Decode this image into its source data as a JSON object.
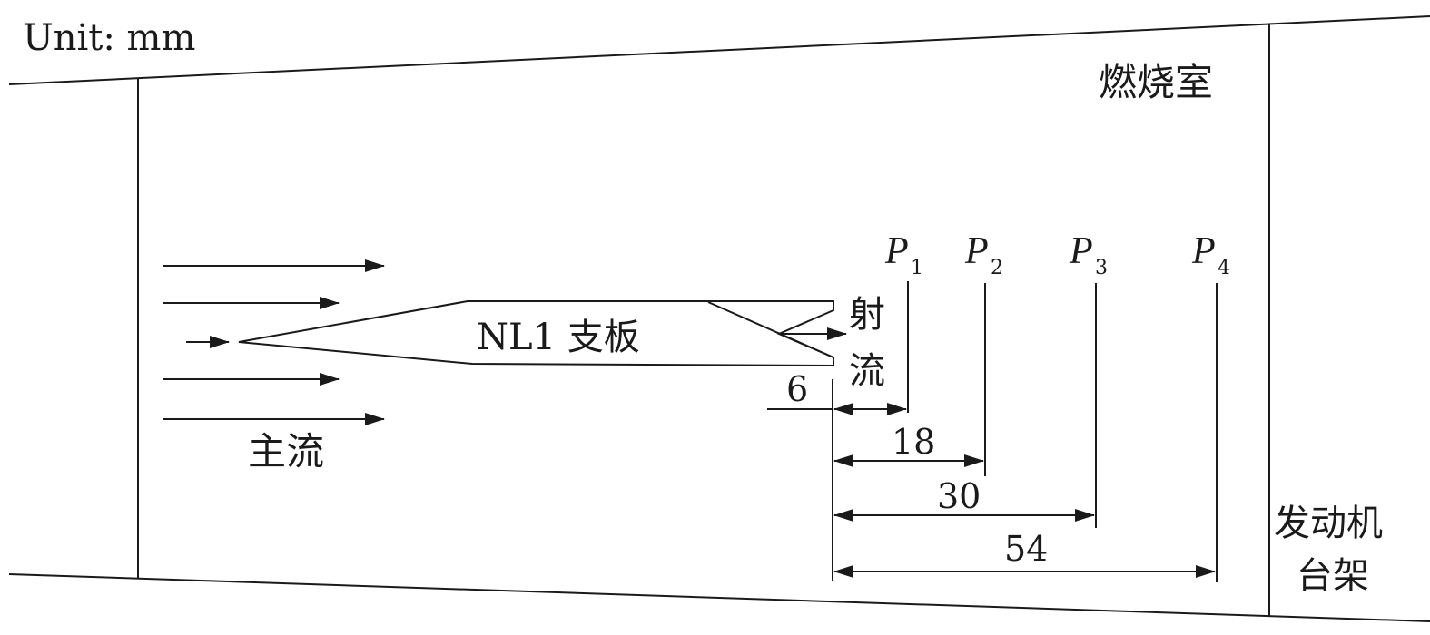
{
  "unit_label": "Unit: mm",
  "labels": {
    "combustor": "燃烧室",
    "engine_mount_line1": "发动机",
    "engine_mount_line2": "台架",
    "main_flow": "主流",
    "strut": "NL1 支板",
    "jet_line1": "射",
    "jet_line2": "流"
  },
  "probes": [
    {
      "letter": "P",
      "sub": "1",
      "distance": "6"
    },
    {
      "letter": "P",
      "sub": "2",
      "distance": "18"
    },
    {
      "letter": "P",
      "sub": "3",
      "distance": "30"
    },
    {
      "letter": "P",
      "sub": "4",
      "distance": "54"
    }
  ]
}
